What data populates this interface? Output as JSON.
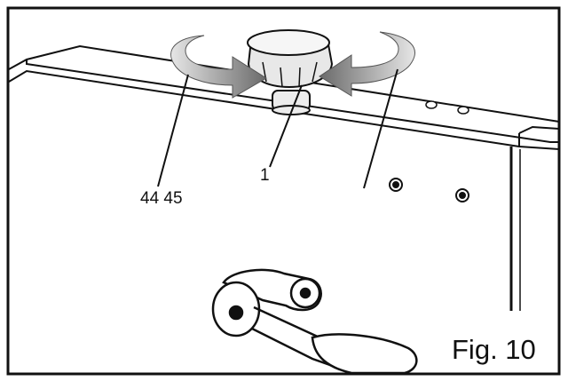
{
  "figure": {
    "callouts": {
      "adjustment_items": "44 45",
      "knob": "1"
    },
    "caption": "Fig. 10"
  },
  "colors": {
    "line": "#111111",
    "arrow_shade": "#6f6f6f",
    "arrow_light": "#d2d2d2",
    "knob_fill": "#e8e8e8",
    "background": "#ffffff"
  },
  "icons": {
    "rotate_left": "counter-clockwise-arrow-icon",
    "rotate_right": "clockwise-arrow-icon"
  }
}
